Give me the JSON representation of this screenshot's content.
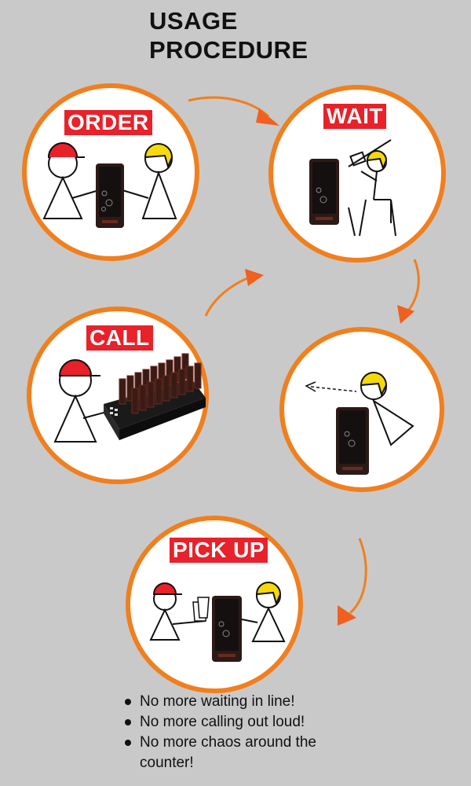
{
  "title": {
    "line1": "USAGE",
    "line2": "PROCEDURE"
  },
  "steps": [
    {
      "label": "ORDER"
    },
    {
      "label": "WAIT"
    },
    {
      "label": "CALL"
    },
    {
      "label": ""
    },
    {
      "label": "PICK UP"
    }
  ],
  "bullets": [
    "No more waiting in line!",
    "No more calling out loud!",
    "No more chaos around the counter!"
  ],
  "colors": {
    "ring": "#f07f1e",
    "label_bg": "#e8212a",
    "cap": "#e8212a",
    "hair": "#f5d90a",
    "pager": "#2b1a16"
  }
}
